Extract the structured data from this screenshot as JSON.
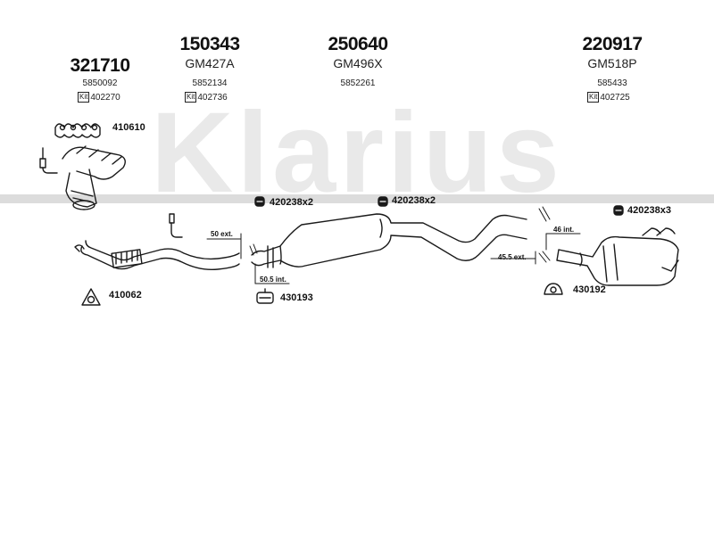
{
  "brand_watermark": "Klarius",
  "groups": [
    {
      "part": "321710",
      "oe": "",
      "ref": "5850092",
      "kit": "402270"
    },
    {
      "part": "150343",
      "oe": "GM427A",
      "ref": "5852134",
      "kit": "402736"
    },
    {
      "part": "250640",
      "oe": "GM496X",
      "ref": "5852261",
      "kit": ""
    },
    {
      "part": "220917",
      "oe": "GM518P",
      "ref": "585433",
      "kit": "402725"
    }
  ],
  "kit_prefix": "Kit",
  "callouts": {
    "gasket_manifold": "410610",
    "clamp_1": "420238x2",
    "clamp_2": "420238x2",
    "clamp_3": "420238x3",
    "gasket_front": "410062",
    "mount_middle": "430193",
    "mount_rear": "430192"
  },
  "dimensions": {
    "front_ext": "50 ext.",
    "middle_int": "50.5 int.",
    "rear_ext": "45.5 ext.",
    "rear_int": "46 int."
  },
  "colors": {
    "line": "#1a1a1a",
    "watermark": "#ececec",
    "rule": "#d8d8d8"
  }
}
